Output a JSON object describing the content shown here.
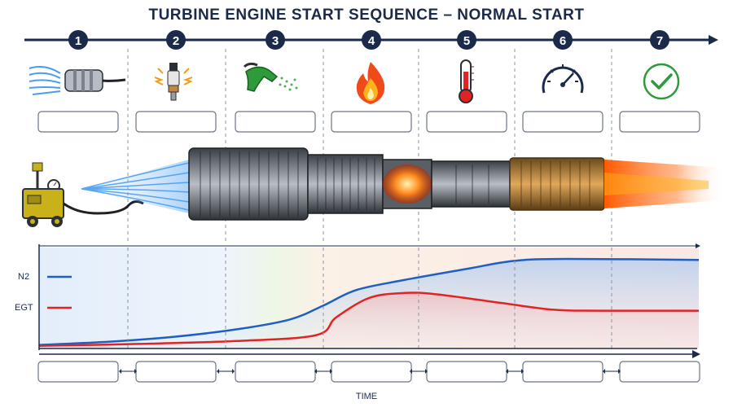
{
  "title": "TURBINE ENGINE START SEQUENCE – NORMAL START",
  "steps": [
    {
      "number": "1",
      "icon": "air-starter-icon"
    },
    {
      "number": "2",
      "icon": "spark-plug-icon"
    },
    {
      "number": "3",
      "icon": "fuel-nozzle-icon"
    },
    {
      "number": "4",
      "icon": "flame-icon"
    },
    {
      "number": "5",
      "icon": "thermometer-icon"
    },
    {
      "number": "6",
      "icon": "gauge-icon"
    },
    {
      "number": "7",
      "icon": "checkmark-icon"
    }
  ],
  "chart_data": {
    "type": "line",
    "xlabel": "TIME",
    "series": [
      {
        "name": "N2",
        "color": "#1f5fbf",
        "points": [
          [
            0,
            0.02
          ],
          [
            0.1,
            0.05
          ],
          [
            0.2,
            0.1
          ],
          [
            0.3,
            0.18
          ],
          [
            0.38,
            0.28
          ],
          [
            0.43,
            0.42
          ],
          [
            0.48,
            0.58
          ],
          [
            0.55,
            0.68
          ],
          [
            0.65,
            0.8
          ],
          [
            0.72,
            0.88
          ],
          [
            0.8,
            0.9
          ],
          [
            1.0,
            0.89
          ]
        ]
      },
      {
        "name": "EGT",
        "color": "#e02424",
        "points": [
          [
            0,
            0.01
          ],
          [
            0.15,
            0.03
          ],
          [
            0.3,
            0.06
          ],
          [
            0.42,
            0.12
          ],
          [
            0.45,
            0.3
          ],
          [
            0.5,
            0.5
          ],
          [
            0.55,
            0.55
          ],
          [
            0.6,
            0.54
          ],
          [
            0.7,
            0.45
          ],
          [
            0.78,
            0.38
          ],
          [
            0.85,
            0.37
          ],
          [
            1.0,
            0.37
          ]
        ]
      }
    ]
  },
  "colors": {
    "navy": "#1b2a4a",
    "n2": "#1f5fbf",
    "egt": "#e02424"
  }
}
